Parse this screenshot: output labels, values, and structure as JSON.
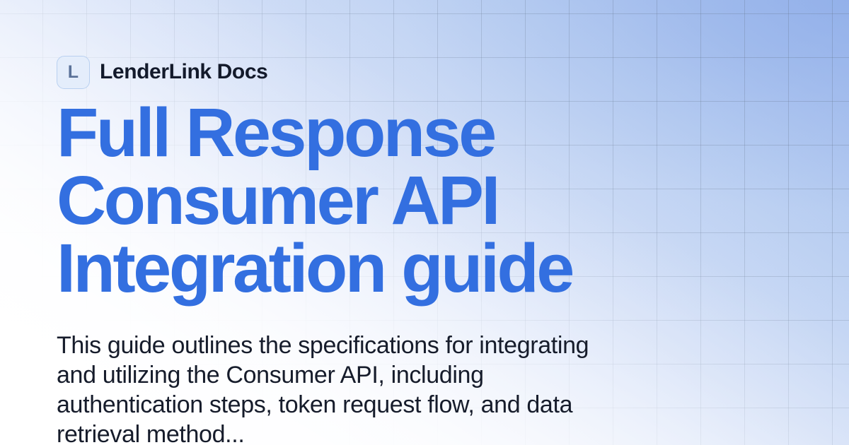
{
  "brand": {
    "badge_letter": "L",
    "name": "LenderLink Docs"
  },
  "hero": {
    "headline": "Full Response Consumer API Integration guide",
    "summary": "This guide outlines the specifications for integrating and utilizing the Consumer API, including authentication steps, token request flow, and data retrieval method..."
  },
  "colors": {
    "headline_blue": "#336fe0",
    "brand_text": "#131a2b",
    "body_text": "#161c2b",
    "badge_fill": "#e4edfb",
    "badge_border": "#b9d0f0",
    "badge_letter": "#5b7299",
    "background_top_right": "#9bb6ec",
    "background_bottom_left": "#ffffff",
    "grid_line": "rgba(100,116,139,0.30)"
  }
}
